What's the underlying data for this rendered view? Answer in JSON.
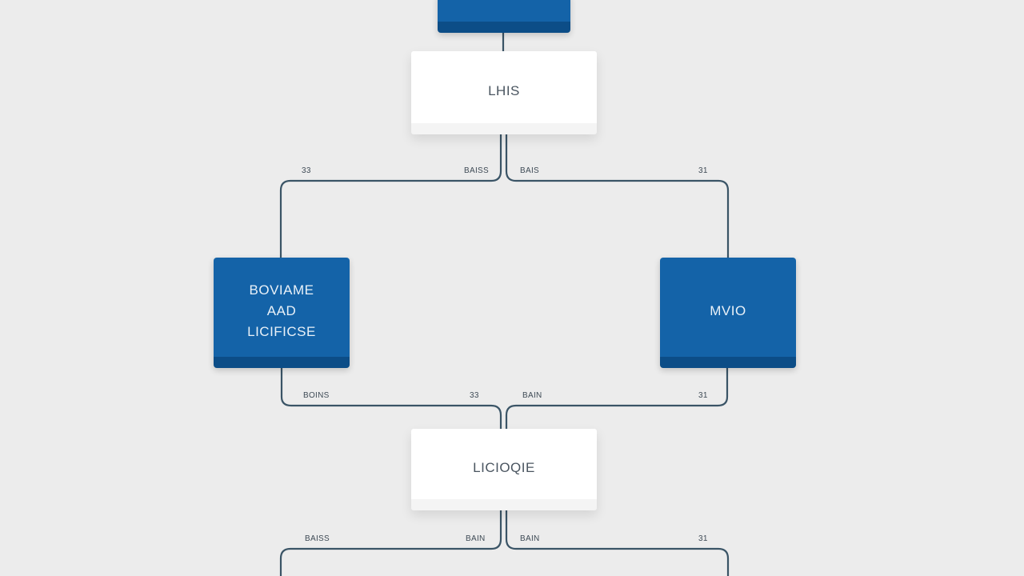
{
  "nodes": {
    "top": {
      "label": ""
    },
    "lhs": {
      "label": "LHIS"
    },
    "left": {
      "label": "BOVIAME\nAAD\nLICIFICSE"
    },
    "right": {
      "label": "MVIO"
    },
    "bottom": {
      "label": "LICIOQIE"
    }
  },
  "edge_labels": {
    "top_left_outer": "33",
    "top_left_inner": "BAISS",
    "top_right_inner": "BAIS",
    "top_right_outer": "31",
    "mid_left_outer": "BOINS",
    "mid_left_inner": "33",
    "mid_right_inner": "BAIN",
    "mid_right_outer": "31",
    "low_left_outer": "BAISS",
    "low_left_inner": "BAIN",
    "low_right_inner": "BAIN",
    "low_right_outer": "31"
  },
  "colors": {
    "background": "#ececec",
    "node_blue": "#1463a8",
    "node_blue_dark": "#0c4d87",
    "node_white": "#ffffff",
    "connector": "#3a5466"
  }
}
